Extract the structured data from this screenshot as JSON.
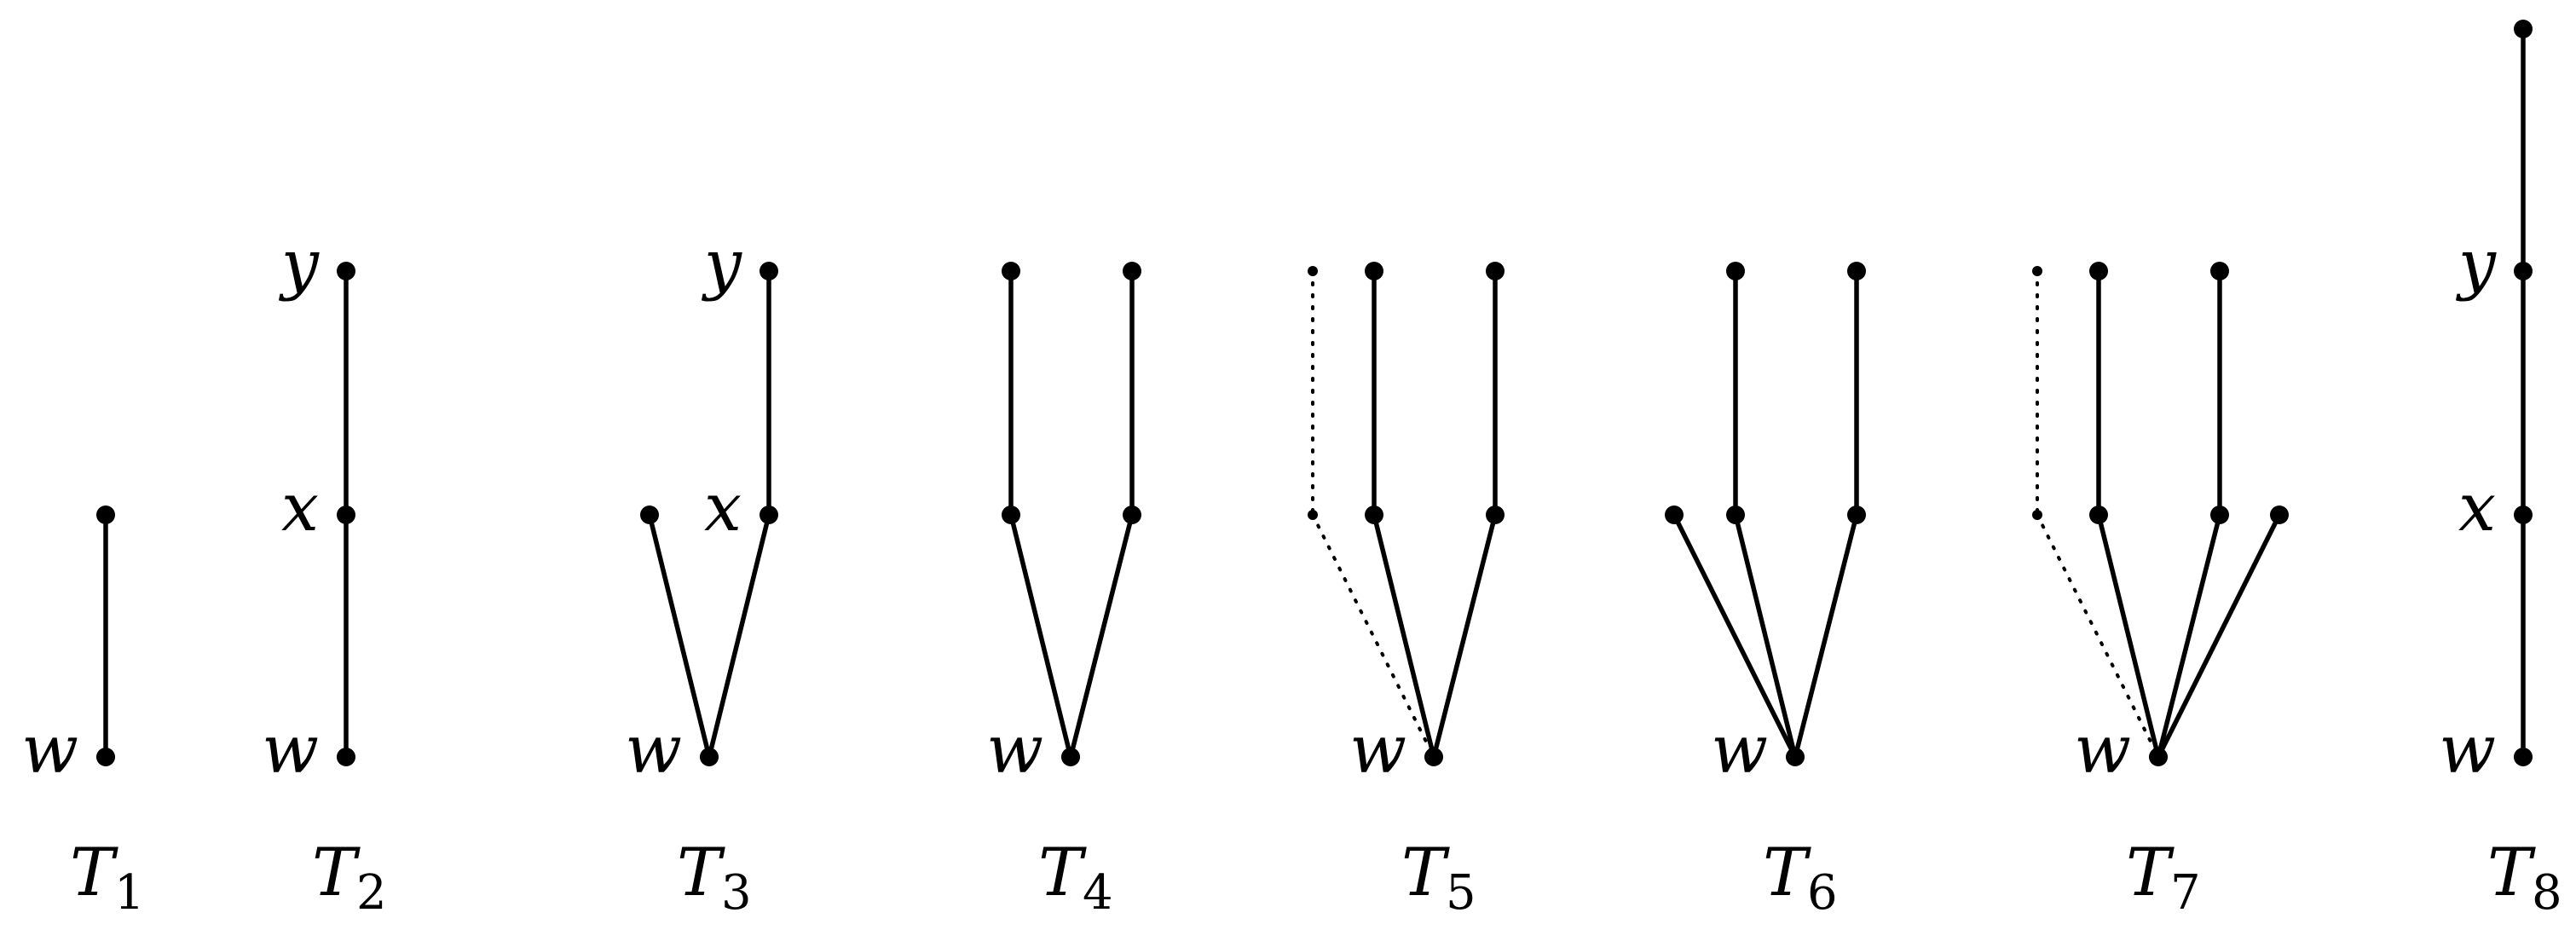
{
  "trees": [
    {
      "id": "T1",
      "letter": "T",
      "sub": "1",
      "vertex_labels": [
        "w"
      ]
    },
    {
      "id": "T2",
      "letter": "T",
      "sub": "2",
      "vertex_labels": [
        "y",
        "x",
        "w"
      ]
    },
    {
      "id": "T3",
      "letter": "T",
      "sub": "3",
      "vertex_labels": [
        "y",
        "x",
        "w"
      ]
    },
    {
      "id": "T4",
      "letter": "T",
      "sub": "4",
      "vertex_labels": [
        "w"
      ]
    },
    {
      "id": "T5",
      "letter": "T",
      "sub": "5",
      "vertex_labels": [
        "w"
      ]
    },
    {
      "id": "T6",
      "letter": "T",
      "sub": "6",
      "vertex_labels": [
        "w"
      ]
    },
    {
      "id": "T7",
      "letter": "T",
      "sub": "7",
      "vertex_labels": [
        "w"
      ]
    },
    {
      "id": "T8",
      "letter": "T",
      "sub": "8",
      "vertex_labels": [
        "y",
        "x",
        "w"
      ]
    }
  ]
}
